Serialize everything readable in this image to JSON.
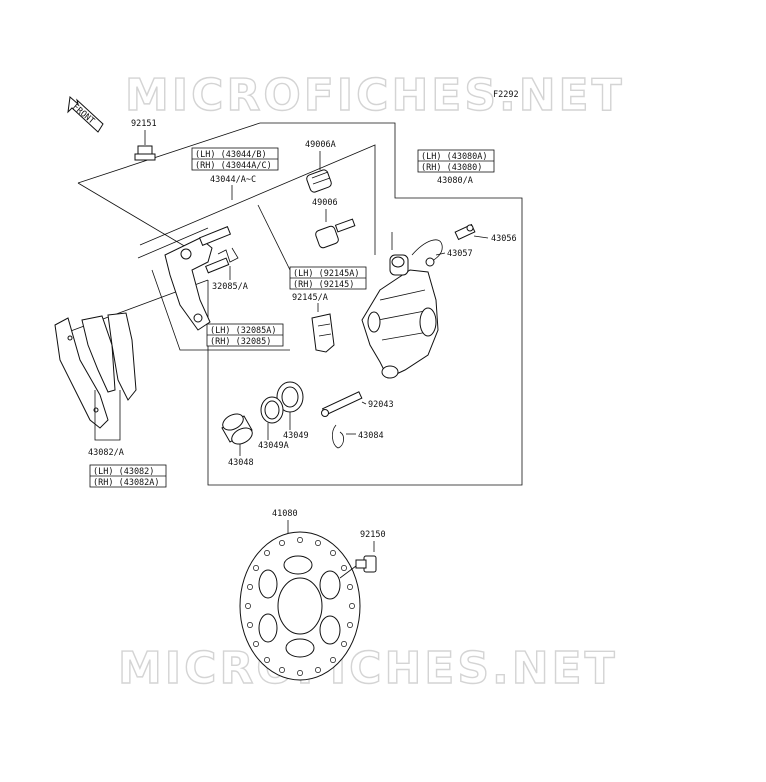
{
  "watermark": "MICROFICHES.NET",
  "figure_code": "F2292",
  "front_label": "FRONT",
  "labels": {
    "p92151": "92151",
    "p49006A": "49006A",
    "p49006": "49006",
    "p43044AC": "43044/A~C",
    "p43044_lh": "(LH) (43044/B)",
    "p43044_rh": "(RH) (43044A/C)",
    "p32085A": "32085/A",
    "p32085_lh": "(LH) (32085A)",
    "p32085_rh": "(RH) (32085)",
    "p92145A": "92145/A",
    "p92145_lh": "(LH) (92145A)",
    "p92145_rh": "(RH) (92145)",
    "p43080A": "43080/A",
    "p43080_lh": "(LH) (43080A)",
    "p43080_rh": "(RH) (43080)",
    "p43056": "43056",
    "p43057": "43057",
    "p92043": "92043",
    "p43084": "43084",
    "p43049": "43049",
    "p43049A": "43049A",
    "p43048": "43048",
    "p43082A": "43082/A",
    "p43082_lh": "(LH) (43082)",
    "p43082_rh": "(RH) (43082A)",
    "p41080": "41080",
    "p92150": "92150"
  }
}
